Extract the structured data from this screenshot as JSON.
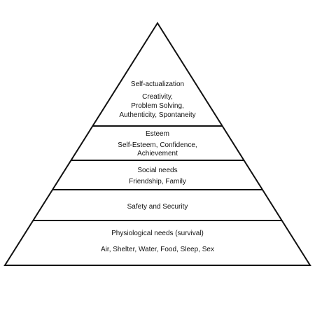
{
  "pyramid": {
    "levels": [
      {
        "title": "Self-actualization",
        "details": [
          "Creativity,",
          "Problem Solving,",
          "Authenticity, Spontaneity"
        ]
      },
      {
        "title": "Esteem",
        "details": [
          "Self-Esteem, Confidence,",
          "Achievement"
        ]
      },
      {
        "title": "Social needs",
        "details": [
          "Friendship, Family"
        ]
      },
      {
        "title": "Safety and Security",
        "details": []
      },
      {
        "title": "Physiological needs (survival)",
        "details": [
          "Air, Shelter, Water, Food, Sleep, Sex"
        ]
      }
    ],
    "colors": {
      "stroke": "#111111",
      "fill": "#ffffff",
      "text": "#111111"
    }
  }
}
